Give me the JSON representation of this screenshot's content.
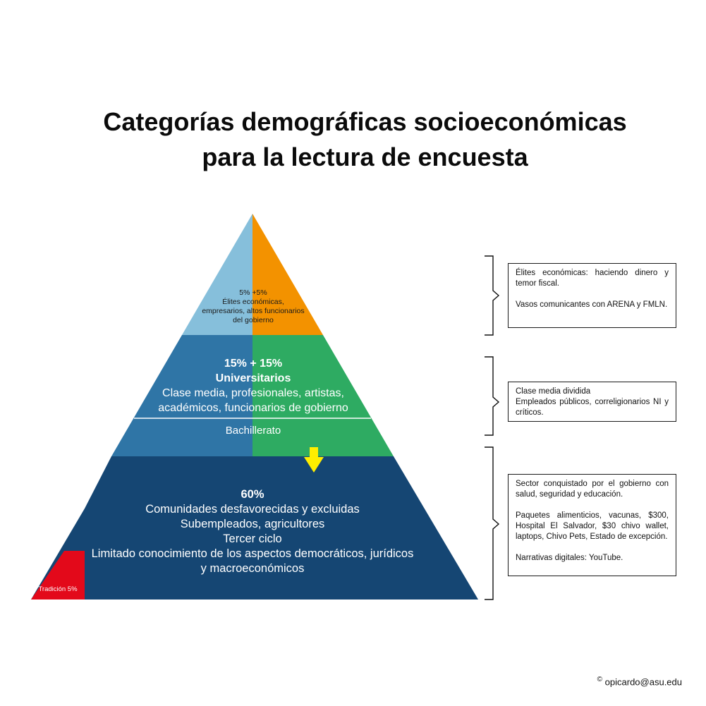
{
  "title": {
    "line1": "Categorías demográficas socioeconómicas",
    "line2": "para la lectura de encuesta"
  },
  "pyramid": {
    "top": {
      "share": "5% +5%",
      "lines": [
        "Élites económicas,",
        "empresarios, altos funcionarios",
        "del gobierno"
      ],
      "colors": {
        "left": "#86bfdb",
        "right": "#f39200"
      }
    },
    "middle": {
      "share": "15% + 15%",
      "heading": "Universitarios",
      "lines": [
        "Clase media, profesionales, artistas,",
        "académicos, funcionarios de gobierno"
      ],
      "sub_label": "Bachillerato",
      "colors": {
        "left": "#2f75a6",
        "right": "#2eab62"
      }
    },
    "arrow_color": "#ffee00",
    "bottom": {
      "share": "60%",
      "lines": [
        "Comunidades desfavorecidas y excluidas",
        "Subempleados, agricultores",
        "Tercer ciclo",
        "Limitado conocimiento de los aspectos democráticos, jurídicos",
        "y macroeconómicos"
      ],
      "color": "#154673"
    },
    "tradition": {
      "label": "Tradición 5%",
      "color": "#e3091a"
    }
  },
  "notes": {
    "elite": {
      "paragraphs": [
        "Élites económicas: haciendo dinero y temor fiscal.",
        "Vasos comunicantes con ARENA y FMLN."
      ]
    },
    "middle": {
      "paragraphs": [
        "Clase media dividida",
        "Empleados públicos, correligionarios NI y críticos."
      ]
    },
    "bottom": {
      "paragraphs": [
        "Sector conquistado por el gobierno con salud, seguridad y educación.",
        "Paquetes alimenticios, vacunas, $300, Hospital El Salvador, $30 chivo wallet, laptops, Chivo Pets, Estado de excepción.",
        "Narrativas digitales: YouTube."
      ]
    }
  },
  "credit": {
    "symbol": "©",
    "text": "opicardo@asu.edu"
  }
}
